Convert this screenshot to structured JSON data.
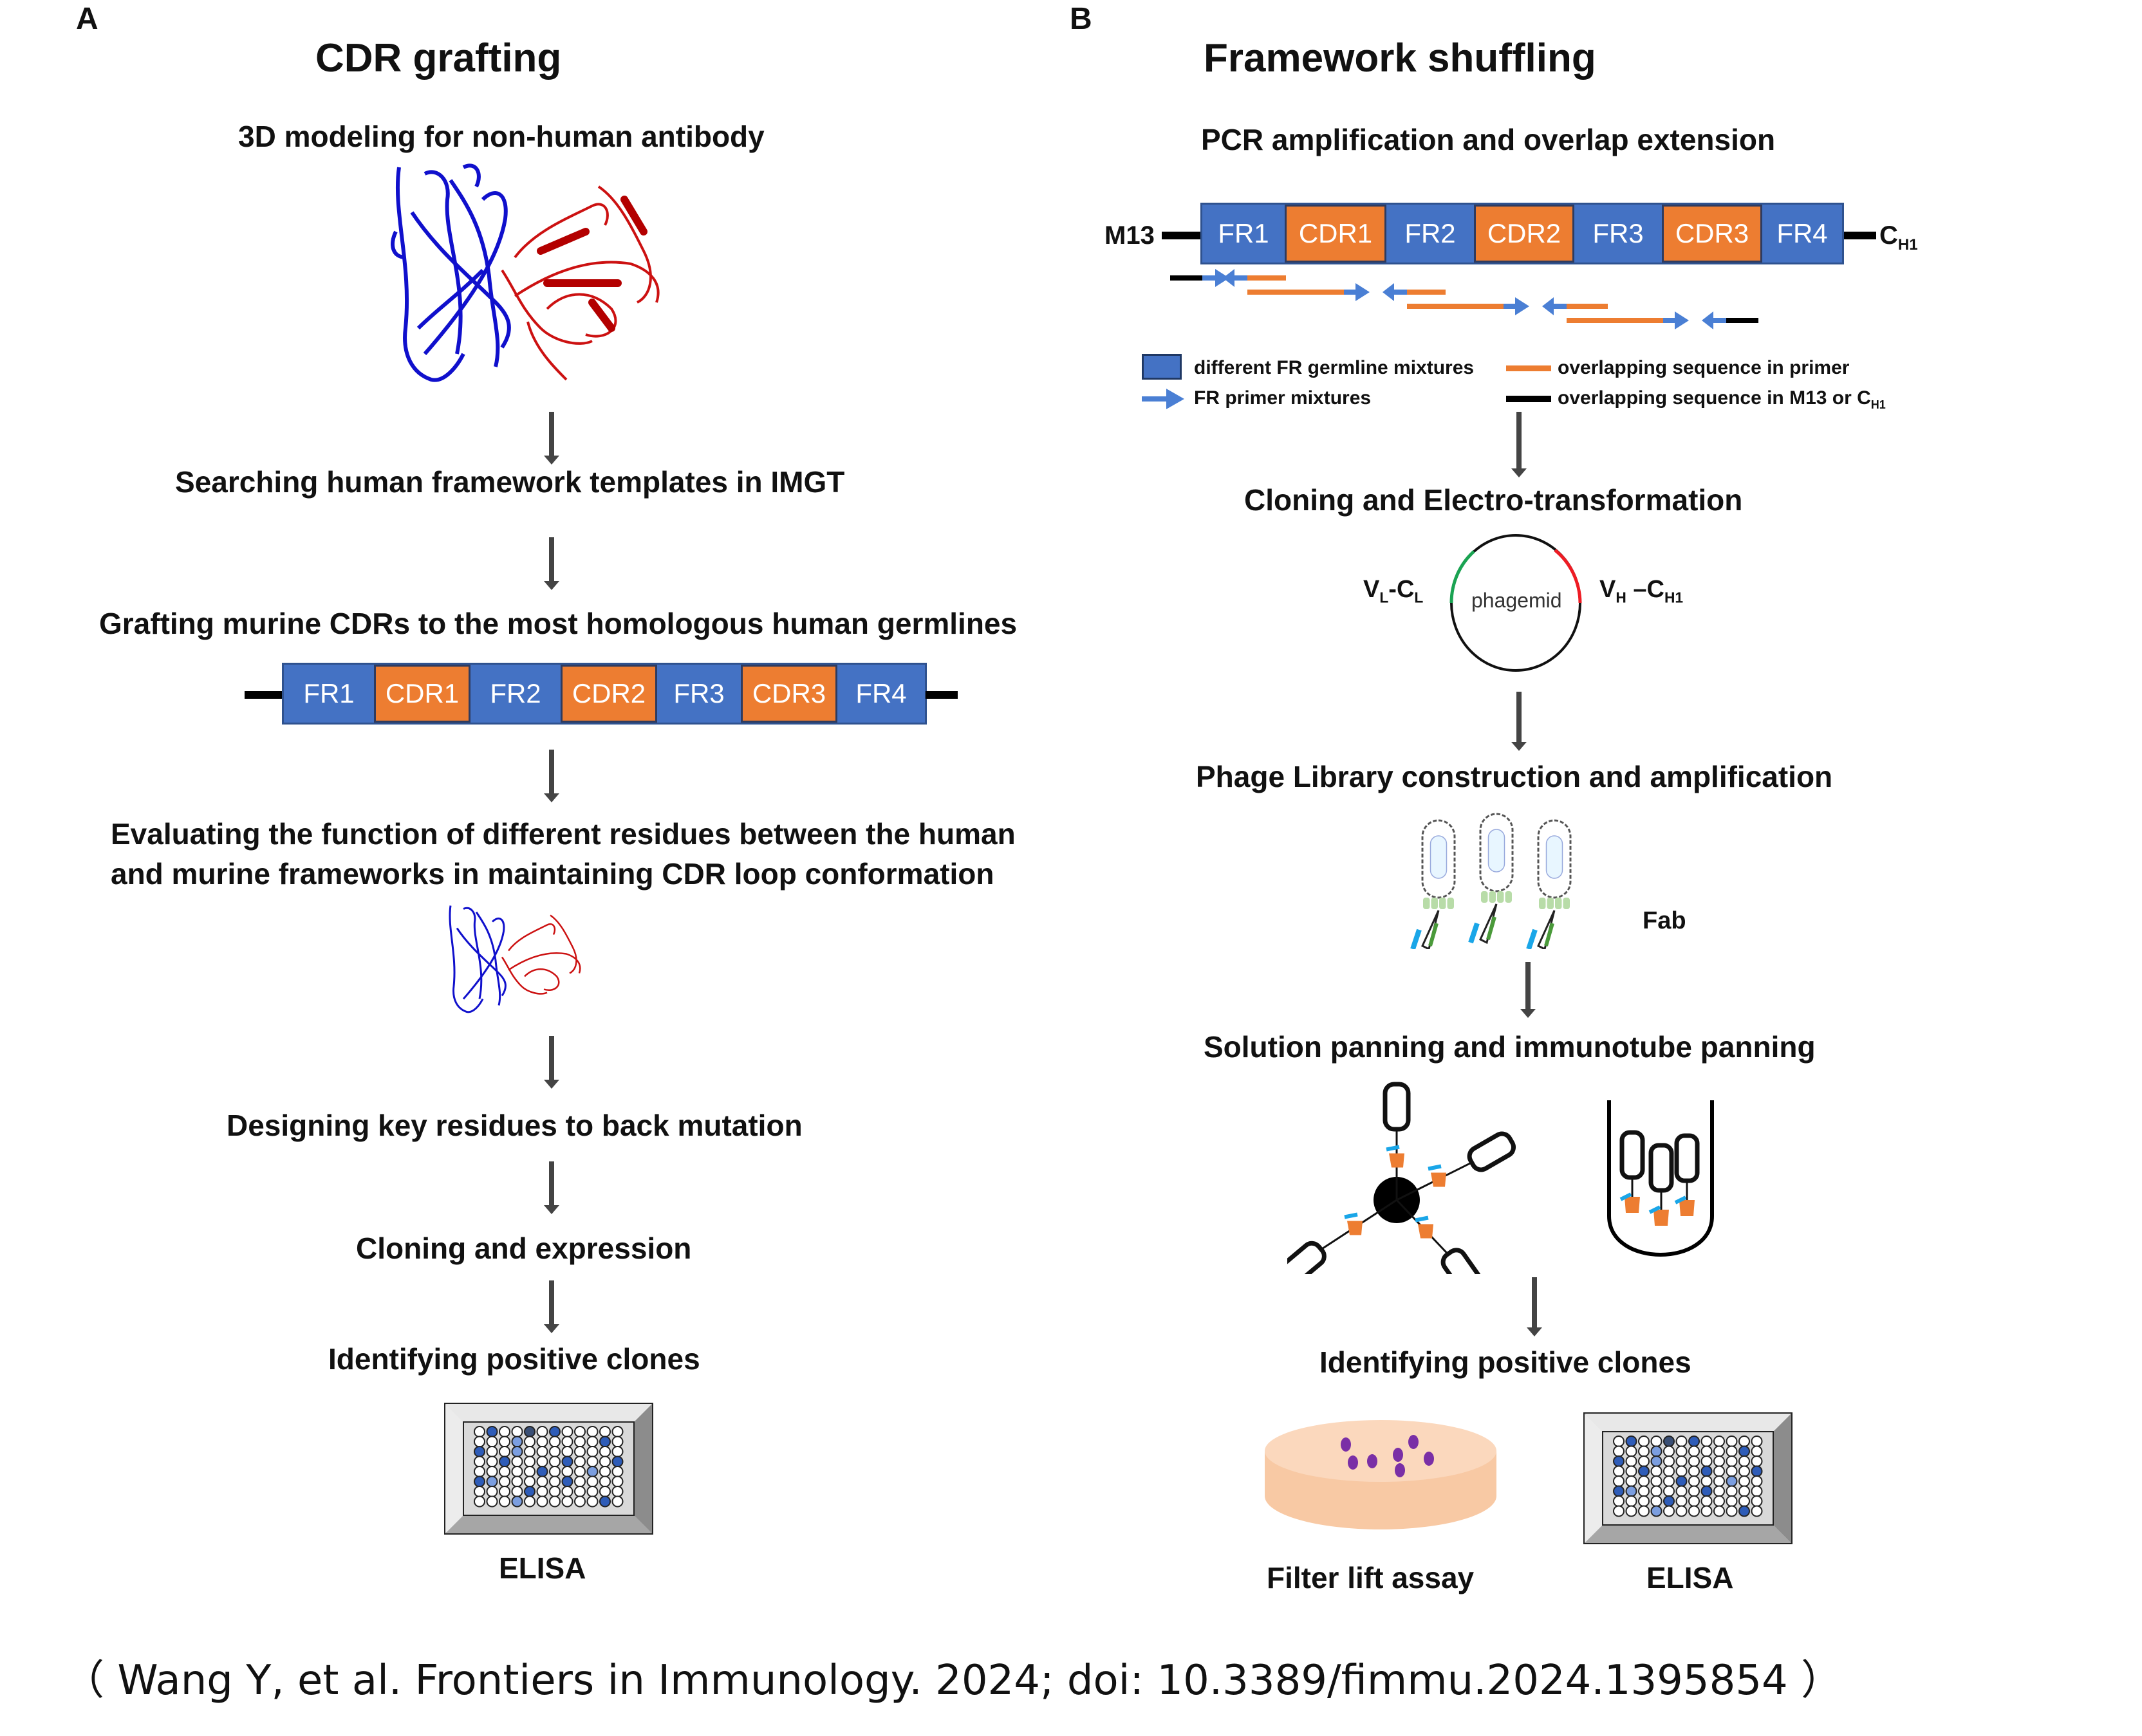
{
  "panel_a": {
    "label": "A",
    "title": "CDR grafting",
    "steps": [
      "3D modeling for non-human antibody",
      "Searching human framework templates  in IMGT",
      "Grafting murine CDRs to the most homologous human germlines",
      "Evaluating the function of different residues between the human and murine frameworks in maintaining CDR loop conformation",
      "Designing key residues to back mutation",
      "Cloning and expression",
      "Identifying  positive clones"
    ],
    "segments": [
      "FR1",
      "CDR1",
      "FR2",
      "CDR2",
      "FR3",
      "CDR3",
      "FR4"
    ],
    "assay_label": "ELISA"
  },
  "panel_b": {
    "label": "B",
    "title": "Framework shuffling",
    "steps": [
      "PCR amplification and overlap extension",
      "Cloning and Electro-transformation",
      "Phage Library construction and amplification",
      "Solution panning and immunotube panning",
      "Identifying  positive clones"
    ],
    "segments": [
      "FR1",
      "CDR1",
      "FR2",
      "CDR2",
      "FR3",
      "CDR3",
      "FR4"
    ],
    "left_end_label": "M13",
    "right_end_label": "C",
    "right_end_sub": "H1",
    "legend": {
      "fr_germline": "different FR germline mixtures",
      "fr_primer": "FR primer mixtures",
      "overlap_primer": "overlapping sequence in primer",
      "overlap_m13": "overlapping sequence in M13 or C",
      "overlap_m13_sub": "H1"
    },
    "phagemid": {
      "center": "phagemid",
      "left_label_v": "V",
      "left_label_v_sub": "L",
      "left_label_c": "-C",
      "left_label_c_sub": "L",
      "right_label_v": "V",
      "right_label_v_sub": "H",
      "right_label_c": " –C",
      "right_label_c_sub": "H1"
    },
    "fab_label": "Fab",
    "assay_labels": [
      "Filter lift assay",
      "ELISA"
    ]
  },
  "colors": {
    "framework_blue": "#4472c4",
    "cdr_orange": "#ed7d31",
    "heavy_chain_blue": "#1010cc",
    "light_chain_red": "#cc1111",
    "primer_arrow": "#4a7fd4",
    "filter_peach": "#f8c9a4",
    "colony_purple": "#7a2fa6"
  },
  "citation": "（ Wang Y, et al. Frontiers in Immunology. 2024; doi: 10.3389/fimmu.2024.1395854 ）"
}
